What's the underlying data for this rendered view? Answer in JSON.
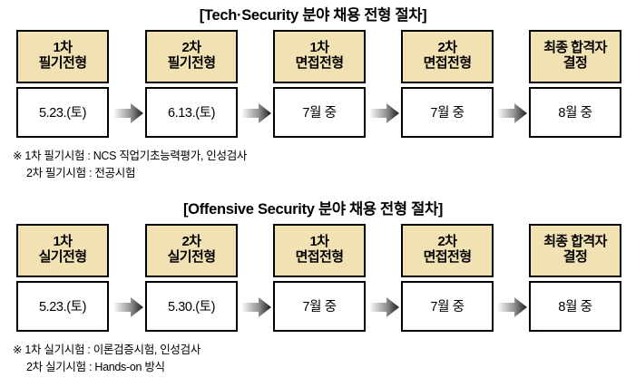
{
  "page": {
    "background_color": "#ffffff",
    "text_color": "#000000",
    "header_fill_color": "#f2e2b3",
    "border_color": "#000000"
  },
  "sections": [
    {
      "id": "tech-security",
      "title": "[Tech·Security 분야 채용 전형 절차]",
      "stages": [
        {
          "head_line1": "1차",
          "head_line2": "필기전형",
          "value": "5.23.(토)"
        },
        {
          "head_line1": "2차",
          "head_line2": "필기전형",
          "value": "6.13.(토)"
        },
        {
          "head_line1": "1차",
          "head_line2": "면접전형",
          "value": "7월 중"
        },
        {
          "head_line1": "2차",
          "head_line2": "면접전형",
          "value": "7월 중"
        },
        {
          "head_line1": "최종 합격자",
          "head_line2": "결정",
          "value": "8월 중"
        }
      ],
      "arrow_icon": "arrow-right-icon",
      "notes": [
        "※ 1차 필기시험 : NCS 직업기초능력평가, 인성검사",
        "2차 필기시험 : 전공시험"
      ]
    },
    {
      "id": "offensive-security",
      "title": "[Offensive Security 분야 채용 전형 절차]",
      "stages": [
        {
          "head_line1": "1차",
          "head_line2": "실기전형",
          "value": "5.23.(토)"
        },
        {
          "head_line1": "2차",
          "head_line2": "실기전형",
          "value": "5.30.(토)"
        },
        {
          "head_line1": "1차",
          "head_line2": "면접전형",
          "value": "7월 중"
        },
        {
          "head_line1": "2차",
          "head_line2": "면접전형",
          "value": "7월 중"
        },
        {
          "head_line1": "최종 합격자",
          "head_line2": "결정",
          "value": "8월 중"
        }
      ],
      "arrow_icon": "arrow-right-icon",
      "notes": [
        "※ 1차 실기시험 : 이론검증시험, 인성검사",
        "2차 실기시험 : Hands-on 방식"
      ]
    }
  ]
}
